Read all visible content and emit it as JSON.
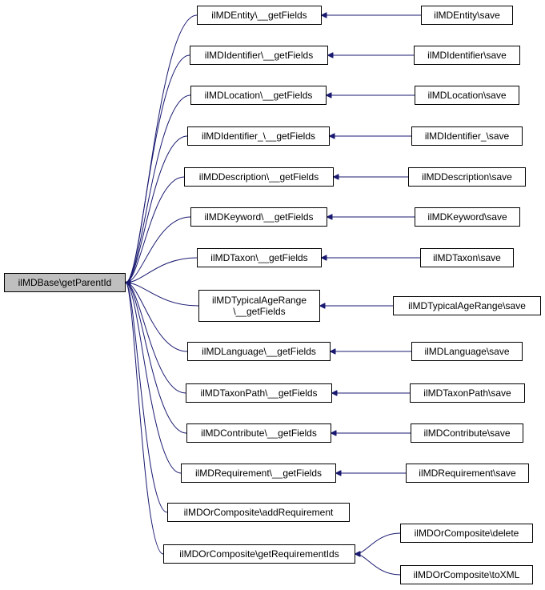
{
  "colors": {
    "edge": "#191970",
    "root_fill": "#bfbfbf",
    "node_fill": "#ffffff",
    "border": "#000000"
  },
  "root": {
    "id": "root",
    "label": "ilMDBase\\getParentId"
  },
  "nodes": [
    {
      "id": "ent_get",
      "label": "ilMDEntity\\__getFields"
    },
    {
      "id": "id_get",
      "label": "ilMDIdentifier\\__getFields"
    },
    {
      "id": "loc_get",
      "label": "ilMDLocation\\__getFields"
    },
    {
      "id": "id2_get",
      "label": "ilMDIdentifier_\\__getFields"
    },
    {
      "id": "desc_get",
      "label": "ilMDDescription\\__getFields"
    },
    {
      "id": "kw_get",
      "label": "ilMDKeyword\\__getFields"
    },
    {
      "id": "tax_get",
      "label": "ilMDTaxon\\__getFields"
    },
    {
      "id": "tar_get",
      "label": "ilMDTypicalAgeRange\n\\__getFields"
    },
    {
      "id": "lang_get",
      "label": "ilMDLanguage\\__getFields"
    },
    {
      "id": "tp_get",
      "label": "ilMDTaxonPath\\__getFields"
    },
    {
      "id": "con_get",
      "label": "ilMDContribute\\__getFields"
    },
    {
      "id": "req_get",
      "label": "ilMDRequirement\\__getFields"
    },
    {
      "id": "or_addreq",
      "label": "ilMDOrComposite\\addRequirement"
    },
    {
      "id": "or_getreq",
      "label": "ilMDOrComposite\\getRequirementIds"
    },
    {
      "id": "ent_save",
      "label": "ilMDEntity\\save"
    },
    {
      "id": "id_save",
      "label": "ilMDIdentifier\\save"
    },
    {
      "id": "loc_save",
      "label": "ilMDLocation\\save"
    },
    {
      "id": "id2_save",
      "label": "ilMDIdentifier_\\save"
    },
    {
      "id": "desc_save",
      "label": "ilMDDescription\\save"
    },
    {
      "id": "kw_save",
      "label": "ilMDKeyword\\save"
    },
    {
      "id": "tax_save",
      "label": "ilMDTaxon\\save"
    },
    {
      "id": "tar_save",
      "label": "ilMDTypicalAgeRange\\save"
    },
    {
      "id": "lang_save",
      "label": "ilMDLanguage\\save"
    },
    {
      "id": "tp_save",
      "label": "ilMDTaxonPath\\save"
    },
    {
      "id": "con_save",
      "label": "ilMDContribute\\save"
    },
    {
      "id": "req_save",
      "label": "ilMDRequirement\\save"
    },
    {
      "id": "or_delete",
      "label": "ilMDOrComposite\\delete"
    },
    {
      "id": "or_toxml",
      "label": "ilMDOrComposite\\toXML"
    }
  ],
  "edges": [
    {
      "from": "ent_get",
      "to": "root"
    },
    {
      "from": "id_get",
      "to": "root"
    },
    {
      "from": "loc_get",
      "to": "root"
    },
    {
      "from": "id2_get",
      "to": "root"
    },
    {
      "from": "desc_get",
      "to": "root"
    },
    {
      "from": "kw_get",
      "to": "root"
    },
    {
      "from": "tax_get",
      "to": "root"
    },
    {
      "from": "tar_get",
      "to": "root"
    },
    {
      "from": "lang_get",
      "to": "root"
    },
    {
      "from": "tp_get",
      "to": "root"
    },
    {
      "from": "con_get",
      "to": "root"
    },
    {
      "from": "req_get",
      "to": "root"
    },
    {
      "from": "or_addreq",
      "to": "root"
    },
    {
      "from": "or_getreq",
      "to": "root"
    },
    {
      "from": "ent_save",
      "to": "ent_get"
    },
    {
      "from": "id_save",
      "to": "id_get"
    },
    {
      "from": "loc_save",
      "to": "loc_get"
    },
    {
      "from": "id2_save",
      "to": "id2_get"
    },
    {
      "from": "desc_save",
      "to": "desc_get"
    },
    {
      "from": "kw_save",
      "to": "kw_get"
    },
    {
      "from": "tax_save",
      "to": "tax_get"
    },
    {
      "from": "tar_save",
      "to": "tar_get"
    },
    {
      "from": "lang_save",
      "to": "lang_get"
    },
    {
      "from": "tp_save",
      "to": "tp_get"
    },
    {
      "from": "con_save",
      "to": "con_get"
    },
    {
      "from": "req_save",
      "to": "req_get"
    },
    {
      "from": "or_delete",
      "to": "or_getreq"
    },
    {
      "from": "or_toxml",
      "to": "or_getreq"
    }
  ]
}
